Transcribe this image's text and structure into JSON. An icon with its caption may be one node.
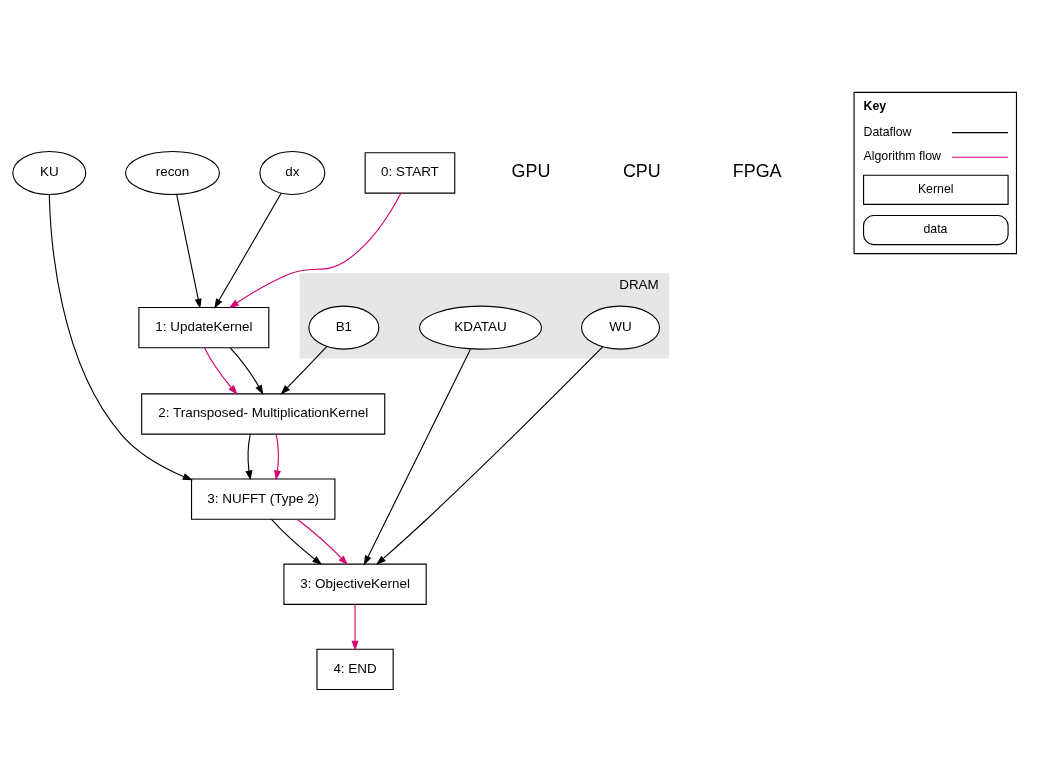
{
  "diagram": {
    "nodes": [
      {
        "text": [
          "KU"
        ]
      },
      {
        "text": [
          "recon"
        ]
      },
      {
        "text": [
          "DRAM"
        ]
      },
      {
        "text": [
          "B1"
        ],
        "in": 2
      },
      {
        "text": [
          "KDATAU"
        ],
        "in": 2
      },
      {
        "text": [
          "WU"
        ],
        "in": 2
      },
      {
        "text": [
          "dx"
        ]
      },
      {
        "text": [
          "0: START"
        ]
      },
      {
        "text": [
          "1: UpdateKernel"
        ]
      },
      {
        "text": [
          "2: Transposed- MultiplicationKernel"
        ]
      },
      {
        "text": [
          "3: NUFFT (Type 2)"
        ]
      },
      {
        "text": [
          "3: ObjectiveKernel"
        ]
      },
      {
        "text": [
          "4: END"
        ]
      }
    ],
    "edges": [
      {
        "from": 0,
        "to": 10,
        "arrow": "to"
      },
      {
        "from": 1,
        "to": 8,
        "arrow": "to"
      },
      {
        "from": 6,
        "to": 8,
        "arrow": "to"
      },
      {
        "from": 3,
        "to": 9,
        "arrow": "to"
      },
      {
        "from": 4,
        "to": 11,
        "arrow": "to"
      },
      {
        "from": 5,
        "to": 11,
        "arrow": "to"
      },
      {
        "from": 7,
        "to": 8,
        "arrow": "to",
        "color": "#d6006f"
      },
      {
        "from": 8,
        "to": 9,
        "arrow": "to",
        "color": "#d6006f"
      },
      {
        "from": 8,
        "to": 9,
        "arrow": "to"
      },
      {
        "from": 9,
        "to": 10,
        "arrow": "to"
      },
      {
        "from": 9,
        "to": 10,
        "arrow": "to",
        "color": "#d6006f"
      },
      {
        "from": 10,
        "to": 11,
        "arrow": "to"
      },
      {
        "from": 10,
        "to": 11,
        "arrow": "to",
        "color": "#d6006f"
      },
      {
        "from": 11,
        "to": 12,
        "arrow": "to",
        "color": "#d6006f"
      }
    ],
    "labels": [
      "GPU",
      "CPU",
      "FPGA",
      "Key"
    ],
    "legend": [
      {
        "text": "Dataflow"
      },
      {
        "text": "Algorithm flow"
      },
      {
        "text": "Kernel"
      },
      {
        "text": "data"
      }
    ]
  }
}
